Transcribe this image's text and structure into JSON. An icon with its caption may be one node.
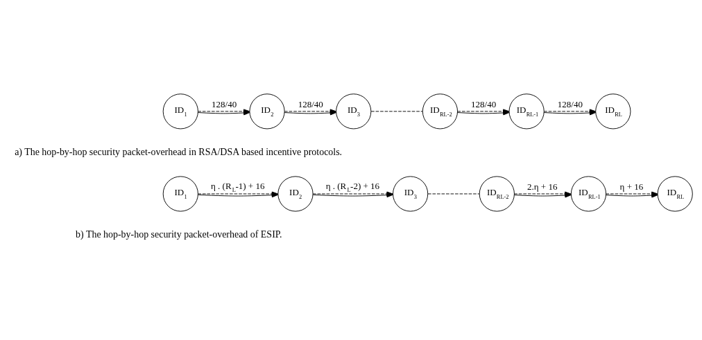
{
  "diagram": {
    "nodes": [
      {
        "text": [
          "ID$_{1}$"
        ]
      },
      {
        "text": [
          "ID$_{2}$"
        ]
      },
      {
        "text": [
          "ID$_{3}$"
        ]
      },
      {
        "text": [
          "ID$_{RL-2}$"
        ]
      },
      {
        "text": [
          "ID$_{RL-1}$"
        ]
      },
      {
        "text": [
          "ID$_{RL}$"
        ]
      },
      {
        "text": [
          "ID$_{1}$"
        ]
      },
      {
        "text": [
          "ID$_{2}$"
        ]
      },
      {
        "text": [
          "ID$_{3}$"
        ]
      },
      {
        "text": [
          "ID$_{RL-2}$"
        ]
      },
      {
        "text": [
          "ID$_{RL-1}$"
        ]
      },
      {
        "text": [
          "ID$_{RL}$"
        ]
      }
    ],
    "edges": [
      {
        "from": 0,
        "to": 1,
        "arrow": "to",
        "style": "dashed",
        "label": "128/40"
      },
      {
        "from": 1,
        "to": 2,
        "arrow": "to",
        "style": "dashed",
        "label": "128/40"
      },
      {
        "from": 3,
        "to": 4,
        "arrow": "to",
        "style": "dashed",
        "label": "128/40"
      },
      {
        "from": 4,
        "to": 5,
        "arrow": "to",
        "style": "dashed",
        "label": "128/40"
      },
      {
        "from": 0,
        "to": 1,
        "arrow": "to"
      },
      {
        "from": 1,
        "to": 2,
        "arrow": "to"
      },
      {
        "from": 2,
        "to": 3,
        "arrow": "none",
        "style": "dashed"
      },
      {
        "from": 3,
        "to": 4,
        "arrow": "to"
      },
      {
        "from": 4,
        "to": 5,
        "arrow": "to"
      },
      {
        "from": 6,
        "to": 7,
        "arrow": "to",
        "style": "dashed",
        "label": "η . (R$_{L}$-1) + 16"
      },
      {
        "from": 7,
        "to": 8,
        "arrow": "to",
        "style": "dashed",
        "label": "η . (R$_{L}$-2) + 16"
      },
      {
        "from": 9,
        "to": 10,
        "arrow": "to",
        "style": "dashed",
        "label": "2.η + 16"
      },
      {
        "from": 10,
        "to": 11,
        "arrow": "to",
        "style": "dashed",
        "label": "η + 16"
      },
      {
        "from": 6,
        "to": 7,
        "arrow": "to"
      },
      {
        "from": 7,
        "to": 8,
        "arrow": "to"
      },
      {
        "from": 8,
        "to": 9,
        "arrow": "none",
        "style": "dashed"
      },
      {
        "from": 9,
        "to": 10,
        "arrow": "to"
      },
      {
        "from": 10,
        "to": 11,
        "arrow": "to"
      }
    ],
    "labels": [
      "a) The hop-by-hop security packet-overhead in RSA/DSA based incentive protocols.",
      "b) The hop-by-hop security packet-overhead of ESIP."
    ]
  }
}
